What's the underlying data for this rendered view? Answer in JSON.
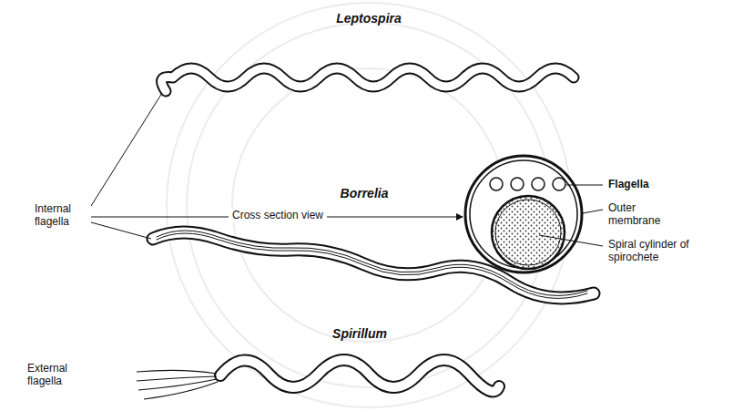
{
  "diagram": {
    "labels": [
      "Leptospira",
      "Flagella",
      "Internal flagella",
      "Cross section view",
      "Outer membrane",
      "Spiral cylinder of spirochete",
      "Borrelia",
      "Spirillum",
      "External flagella"
    ]
  }
}
